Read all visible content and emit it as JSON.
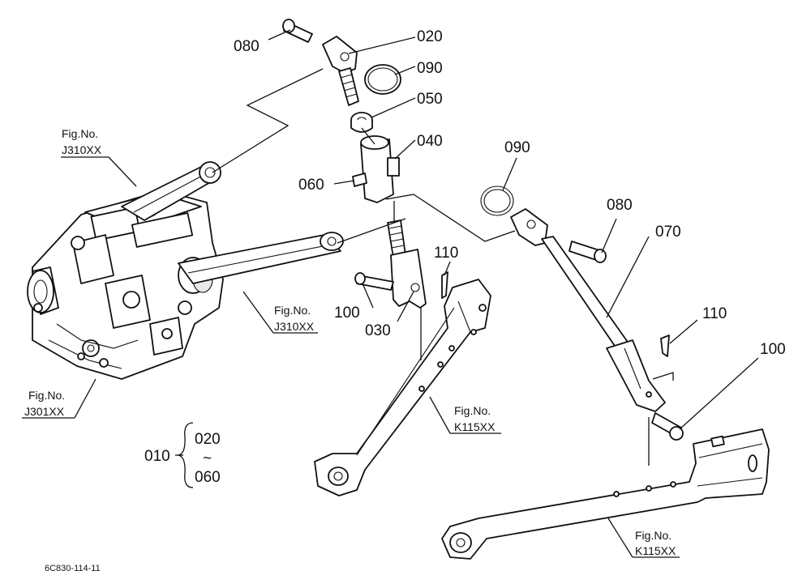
{
  "labels": {
    "p080a": "080",
    "p020": "020",
    "p090a": "090",
    "p050": "050",
    "p040": "040",
    "p060": "060",
    "p110a": "110",
    "p100a": "100",
    "p030": "030",
    "p090b": "090",
    "p080b": "080",
    "p070": "070",
    "p110b": "110",
    "p100b": "100"
  },
  "refs": {
    "r1_top": "Fig.No.",
    "r1_code": "J310XX",
    "r2_top": "Fig.No.",
    "r2_code": "J310XX",
    "r3_top": "Fig.No.",
    "r3_code": "J301XX",
    "r4_top": "Fig.No.",
    "r4_code": "K115XX",
    "r5_top": "Fig.No.",
    "r5_code": "K115XX"
  },
  "assembly": {
    "id": "010",
    "from": "020",
    "tilde": "~",
    "to": "060"
  },
  "footer": {
    "code": "6C830-114-11"
  }
}
